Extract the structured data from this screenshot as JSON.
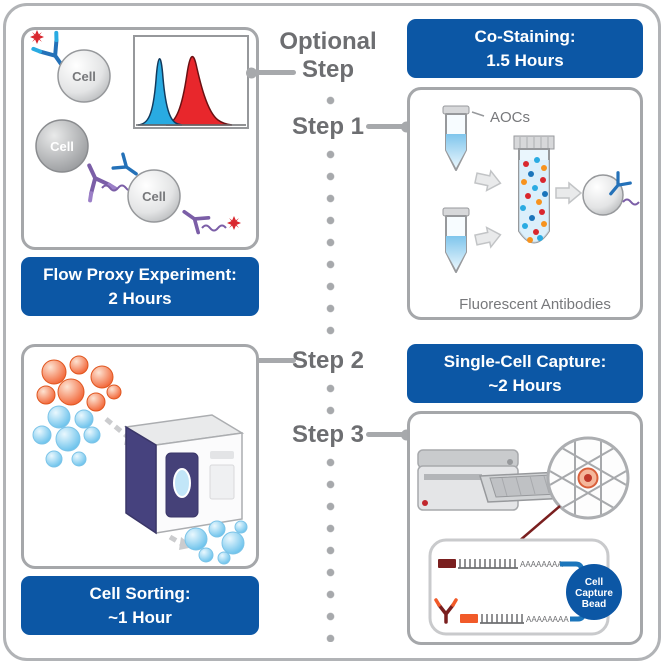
{
  "steps": {
    "optional_line1": "Optional",
    "optional_line2": "Step",
    "step1": "Step 1",
    "step2": "Step 2",
    "step3": "Step 3"
  },
  "flow_proxy": {
    "banner_line1": "Flow Proxy Experiment:",
    "banner_line2": "2 Hours",
    "cell_labels": [
      "Cell",
      "Cell",
      "Cell"
    ]
  },
  "co_staining": {
    "banner_line1": "Co-Staining:",
    "banner_line2": "1.5 Hours",
    "aocs_label": "AOCs",
    "fluorescent_label": "Fluorescent Antibodies"
  },
  "cell_sorting": {
    "banner_line1": "Cell Sorting:",
    "banner_line2": "~1 Hour"
  },
  "single_cell": {
    "banner_line1": "Single-Cell Capture:",
    "banner_line2": "~2 Hours",
    "bead_line1": "Cell",
    "bead_line2": "Capture",
    "bead_line3": "Bead",
    "poly_a": "AAAAAAAA"
  },
  "colors": {
    "banner_blue": "#0C57A5",
    "step_text_gray": "#6D6E71",
    "dot_gray": "#A7A9AC",
    "antibody_blue": "#2471B8",
    "antibody_purple": "#7B5EA7",
    "star_red": "#D9272E"
  }
}
